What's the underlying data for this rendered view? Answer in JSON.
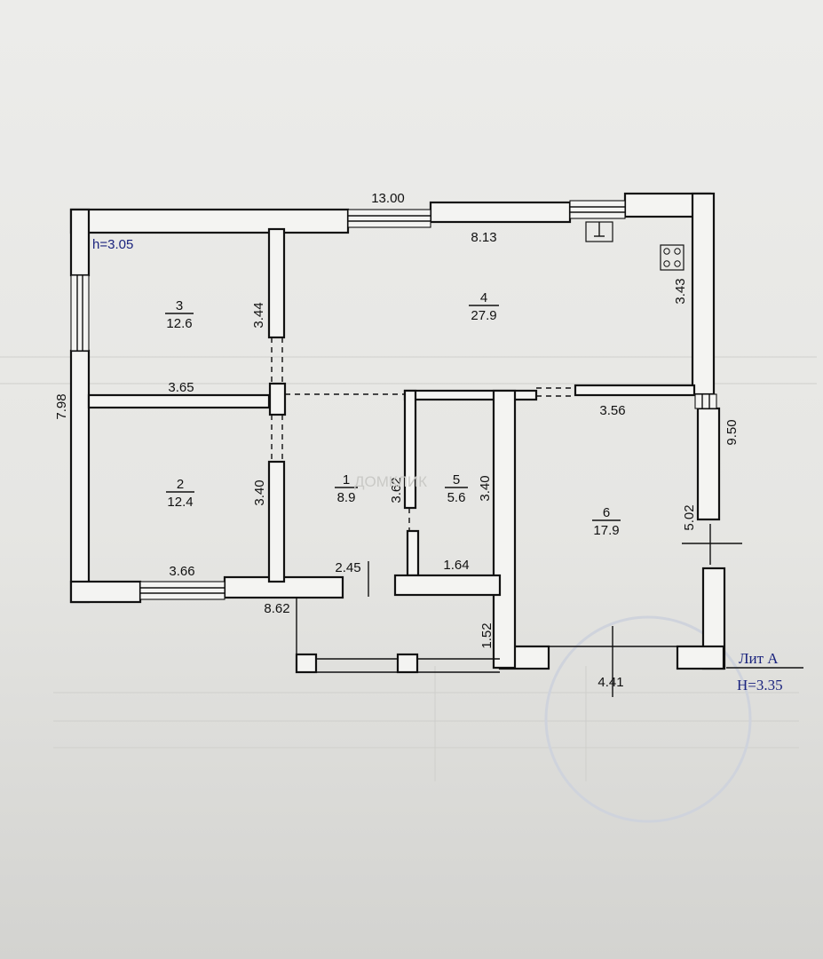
{
  "plan": {
    "ceiling_small": "h=3.05",
    "lit_label": "Лит А",
    "ceiling_main": "H=3.35",
    "watermark": "ДОМКЛИК",
    "dims": {
      "top_total": "13.00",
      "top_kitchen": "8.13",
      "left_total": "7.98",
      "right_total": "9.50",
      "r3_width": "3.65",
      "r3_height": "3.44",
      "r2_width": "3.66",
      "r2_height": "3.40",
      "r1_height": "3.62",
      "r5_height": "3.40",
      "r5_width": "1.64",
      "r1_width": "2.45",
      "bottom_left": "8.62",
      "porch_height": "1.52",
      "kitchen_height": "3.43",
      "r6_top": "3.56",
      "r6_right": "5.02",
      "r6_bottom": "4.41"
    },
    "rooms": [
      {
        "num": "3",
        "area": "12.6"
      },
      {
        "num": "4",
        "area": "27.9"
      },
      {
        "num": "2",
        "area": "12.4"
      },
      {
        "num": "1",
        "area": "8.9"
      },
      {
        "num": "5",
        "area": "5.6"
      },
      {
        "num": "6",
        "area": "17.9"
      }
    ]
  }
}
